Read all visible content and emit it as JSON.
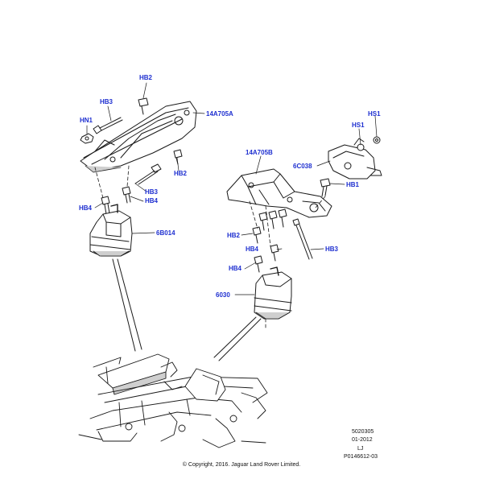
{
  "colors": {
    "callout": "#1e2fd0",
    "line": "#1a1a1a",
    "part_fill": "#ffffff",
    "shade": "#cfcfcf"
  },
  "callouts": {
    "hb2_top": "HB2",
    "hb3_top": "HB3",
    "hn1": "HN1",
    "bracket_left": "14A705A",
    "hb2_mid": "HB2",
    "hb3_mid": "HB3",
    "hb4_left_a": "HB4",
    "hb4_left_b": "HB4",
    "mount_left": "6B014",
    "hs1_a": "HS1",
    "hs1_b": "HS1",
    "bracket_right": "14A705B",
    "bracket_6c038": "6C038",
    "hb1": "HB1",
    "hb2_right": "HB2",
    "hb4_right_a": "HB4",
    "hb4_right_b": "HB4",
    "hb3_right": "HB3",
    "mount_right": "6030"
  },
  "meta": {
    "code1": "5020305",
    "date": "01-2012",
    "initials": "LJ",
    "ref": "P0146612-03"
  },
  "copyright": "© Copyright, 2016. Jaguar Land Rover Limited."
}
